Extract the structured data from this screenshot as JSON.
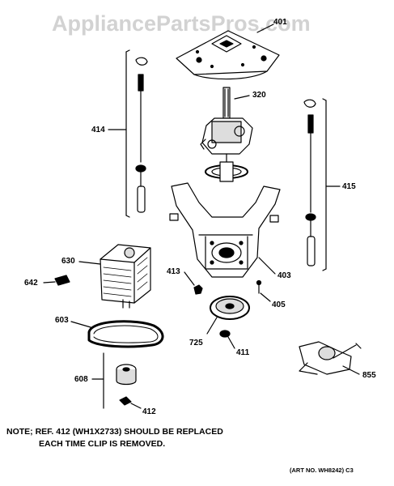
{
  "watermark": "AppliancePartsPros.com",
  "callouts": {
    "c401": "401",
    "c320": "320",
    "c414": "414",
    "c415": "415",
    "c630": "630",
    "c642": "642",
    "c413": "413",
    "c403": "403",
    "c405": "405",
    "c603": "603",
    "c725": "725",
    "c411": "411",
    "c608": "608",
    "c412": "412",
    "c855": "855"
  },
  "note": {
    "line1": "NOTE; REF. 412 (WH1X2733) SHOULD BE REPLACED",
    "line2": "EACH TIME CLIP IS REMOVED."
  },
  "art_number": "(ART NO. WH8242) C3"
}
